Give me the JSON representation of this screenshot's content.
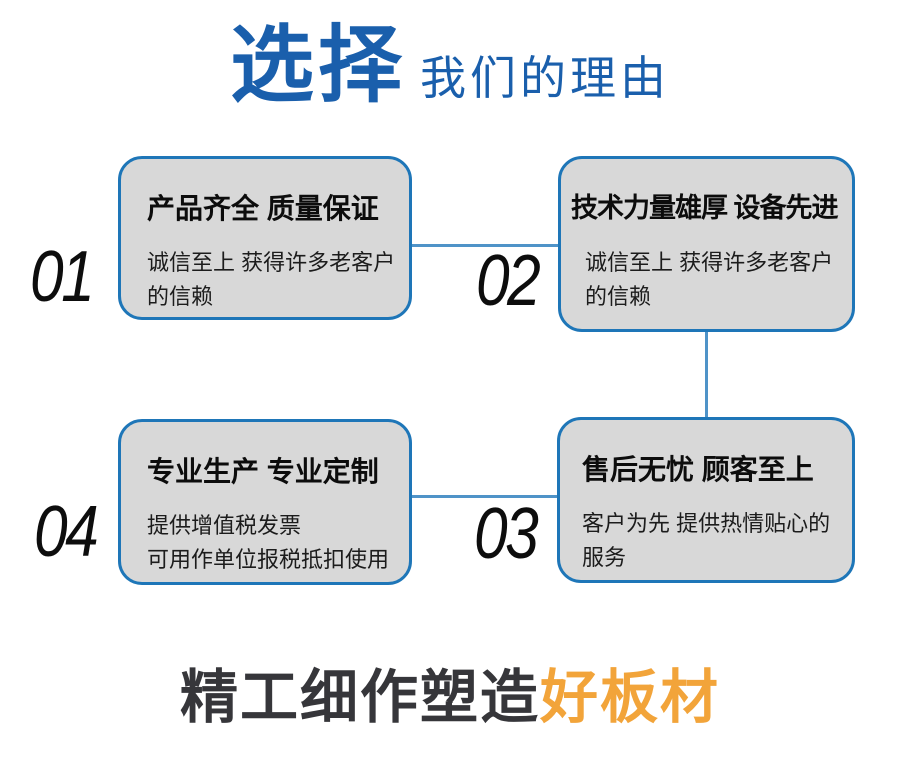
{
  "header": {
    "title_strong": "选择",
    "title_rest": "我们的理由"
  },
  "features": [
    {
      "number": "01",
      "title": "产品齐全 质量保证",
      "desc_line1": "诚信至上 获得许多老客户",
      "desc_line2": "的信赖"
    },
    {
      "number": "02",
      "title": "技术力量雄厚 设备先进",
      "desc_line1": "诚信至上 获得许多老客户",
      "desc_line2": "的信赖"
    },
    {
      "number": "03",
      "title": "售后无忧 顾客至上",
      "desc_line1": "客户为先 提供热情贴心的",
      "desc_line2": "服务"
    },
    {
      "number": "04",
      "title": "专业生产 专业定制",
      "desc_line1": "提供增值税发票",
      "desc_line2": "可用作单位报税抵扣使用"
    }
  ],
  "footer": {
    "text_dark": "精工细作塑造",
    "text_accent": "好板材"
  },
  "colors": {
    "accent_blue": "#1a5fac",
    "card_border_blue": "#1e76b8",
    "connector_blue": "#4f93c8",
    "card_gray": "#d8d8d8",
    "card_text": "#141414",
    "number_black": "#0d0d0d",
    "footer_dark": "#36363a",
    "footer_orange": "#f2a43a",
    "background": "#ffffff"
  }
}
